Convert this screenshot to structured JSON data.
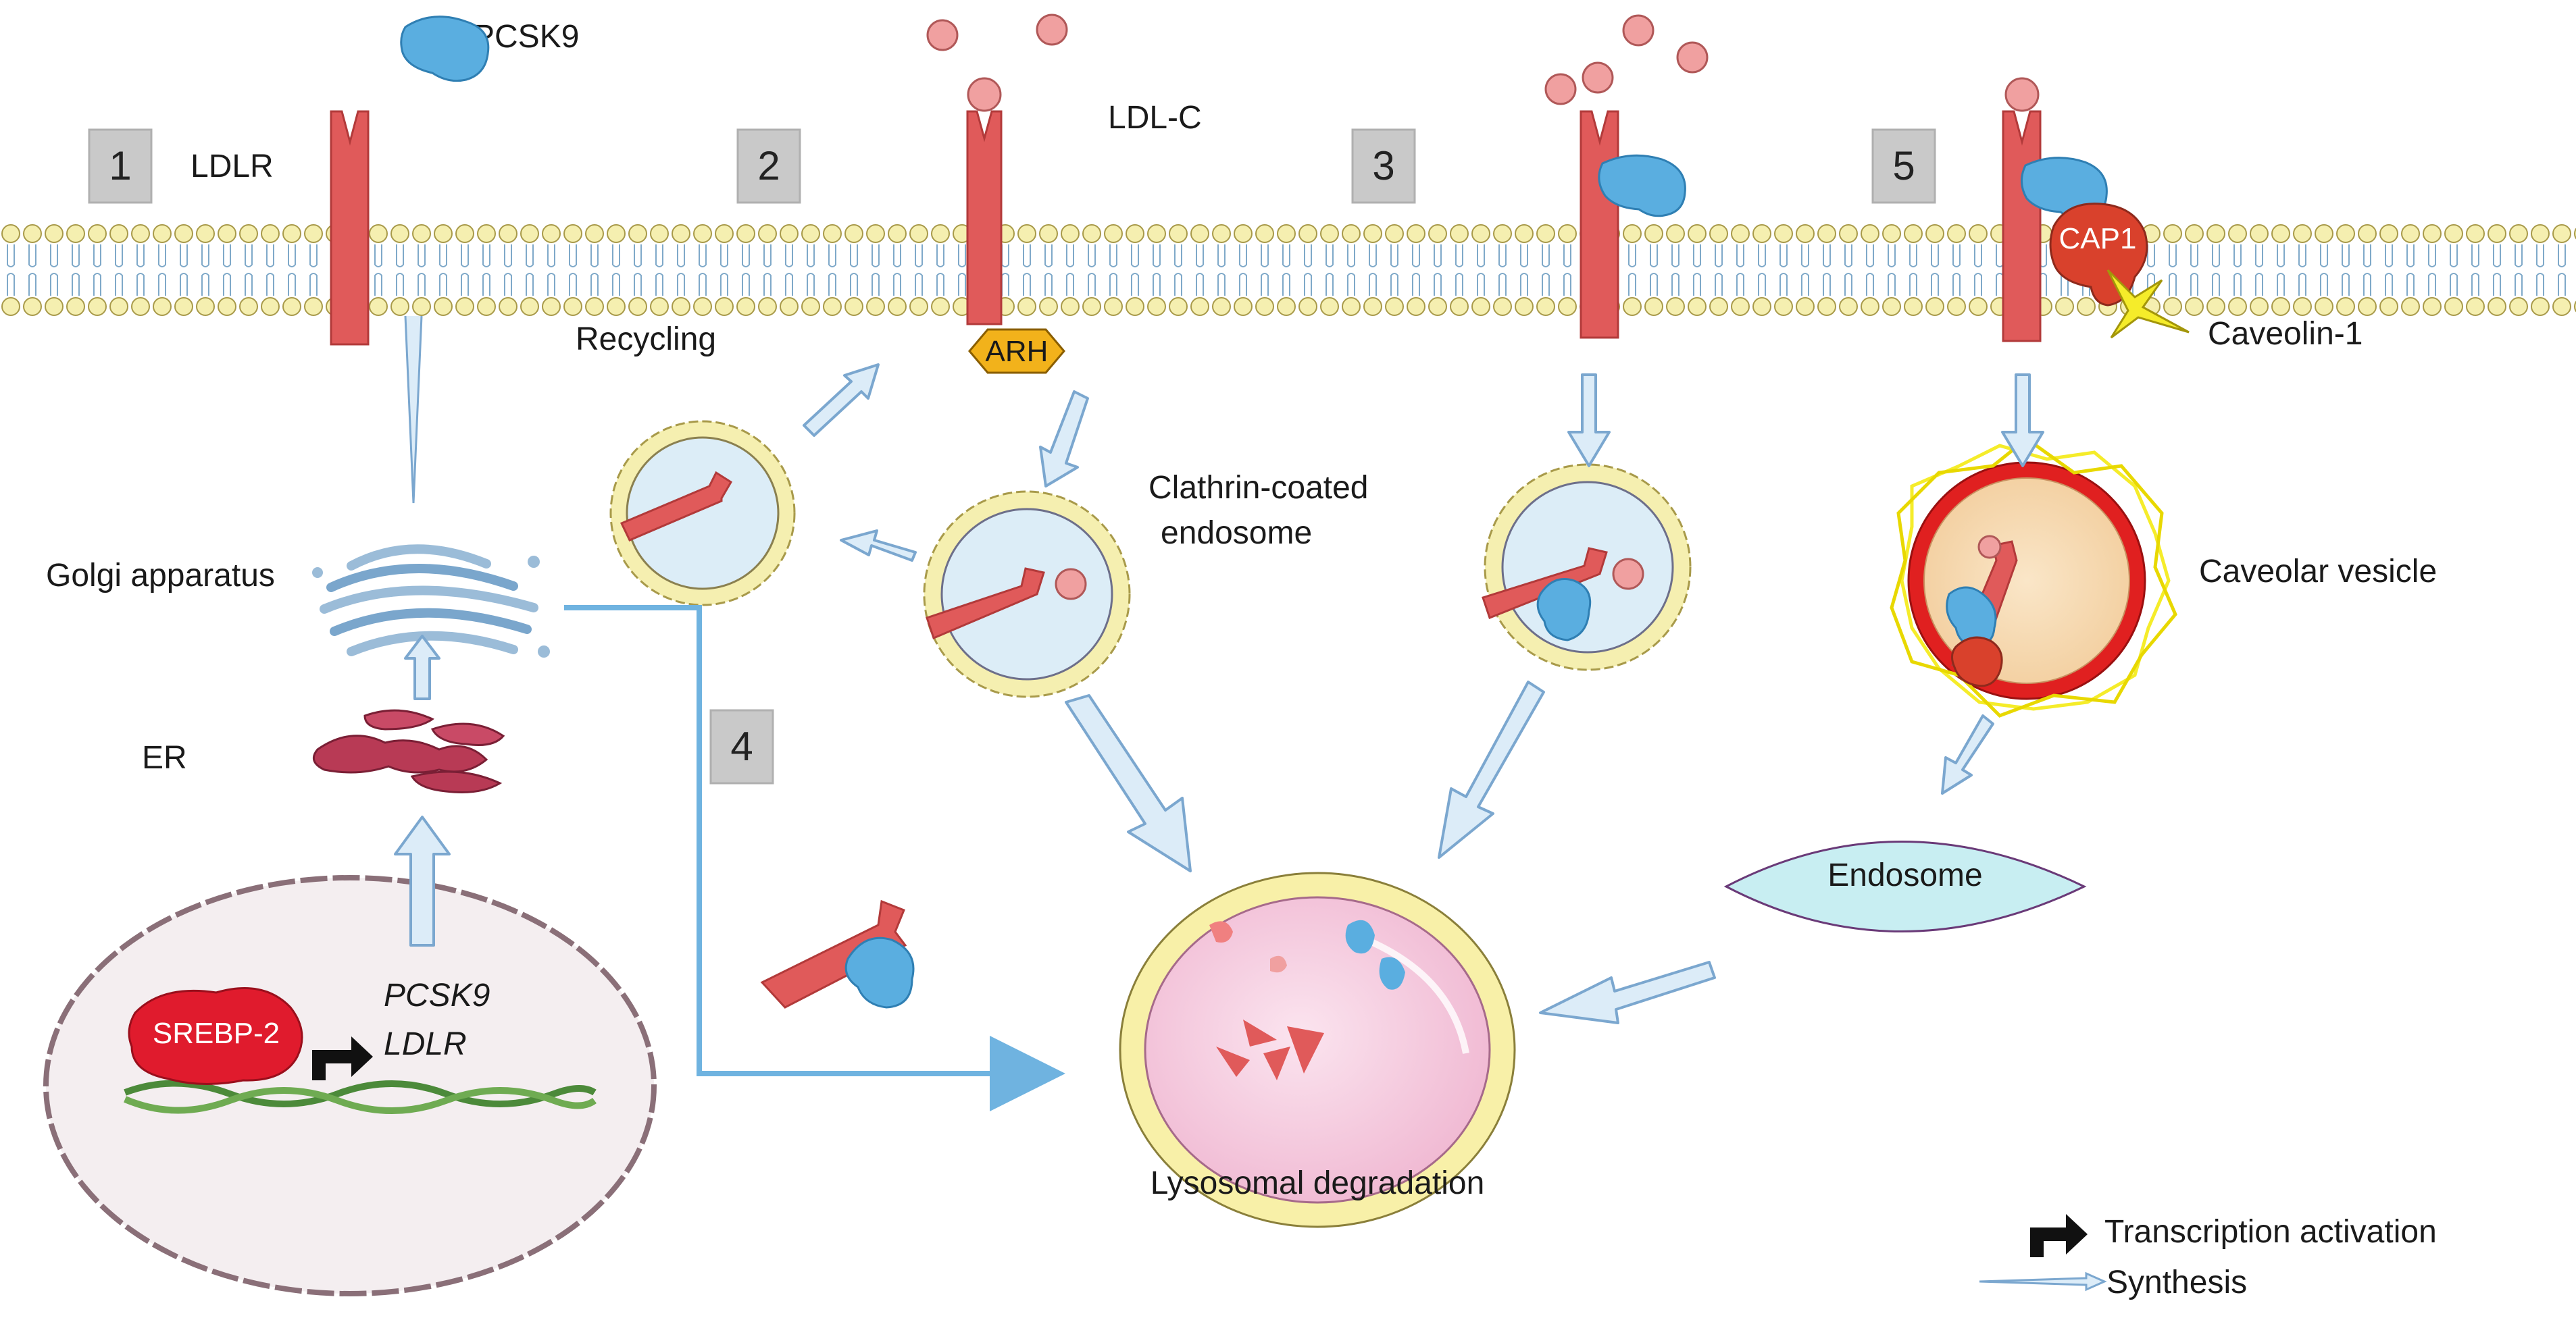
{
  "labels": {
    "pcsk9": "PCSK9",
    "ldlr": "LDLR",
    "ldlc": "LDL-C",
    "golgi": "Golgi apparatus",
    "er": "ER",
    "srebp2": "SREBP-2",
    "gene_pcsk9": "PCSK9",
    "gene_ldlr": "LDLR",
    "recycling": "Recycling",
    "arh": "ARH",
    "clathrin_line1": "Clathrin-coated",
    "clathrin_line2": "endosome",
    "cap1": "CAP1",
    "caveolin1": "Caveolin-1",
    "caveolar_vesicle": "Caveolar vesicle",
    "endosome": "Endosome",
    "lysosomal": "Lysosomal degradation"
  },
  "steps": [
    "1",
    "2",
    "3",
    "4",
    "5"
  ],
  "legend": {
    "transcription": "Transcription activation",
    "synthesis": "Synthesis"
  },
  "colors": {
    "receptor": "#e05a5a",
    "pcsk9": "#5aaee0",
    "ldl_particle": "#f0a0a0",
    "arh": "#f2b21b",
    "vesicle_fill": "#dcedf7",
    "lipid_head": "#f5efb0",
    "lysosome_ring": "#f8f0a8",
    "lysosome_inner": "#f5c8dc",
    "caveolar_fill": "#f6d8b0",
    "caveolar_ring": "#e02020",
    "endosome_fill": "#c8eef2",
    "arrow_fill": "#dcecf8",
    "arrow_stroke": "#7ba7cf",
    "path_line": "#6fb3e0",
    "nucleus_fill": "#f4eef0",
    "nucleus_stroke": "#8a6f78"
  }
}
